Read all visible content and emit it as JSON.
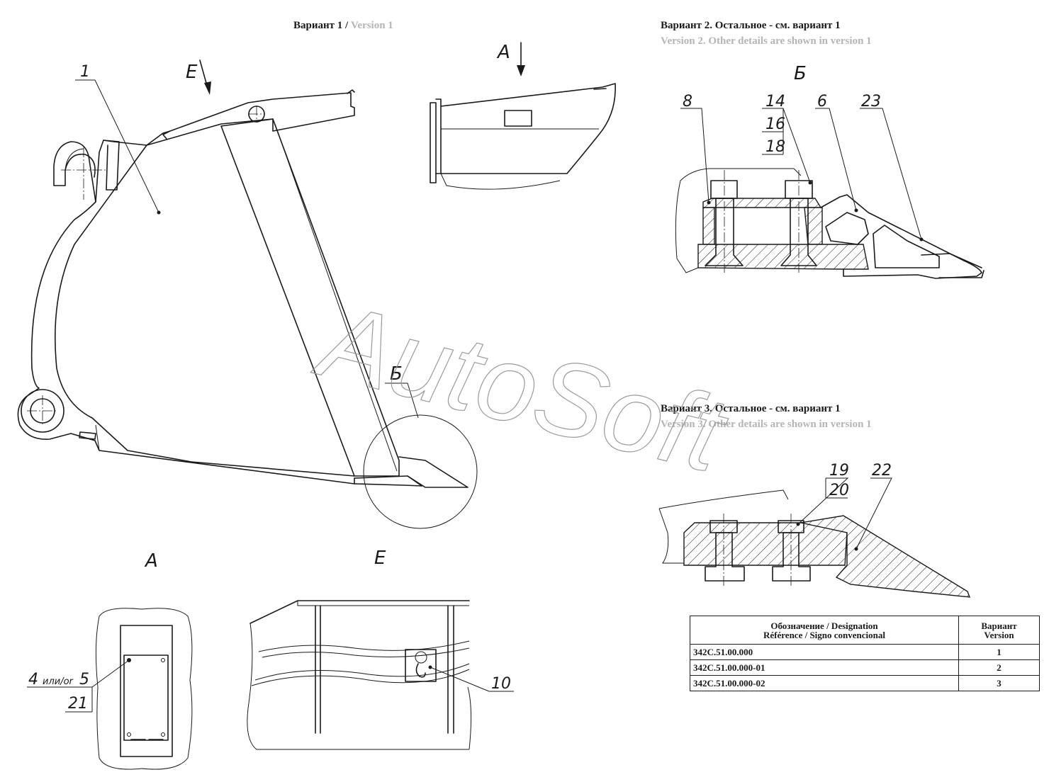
{
  "titles": {
    "variant1_ru": "Вариант 1",
    "variant1_sep": " / ",
    "variant1_en": "Version 1",
    "variant2_ru": "Вариант 2. Остальное - см. вариант 1",
    "variant2_en": "Version 2. Other details are shown in version 1",
    "variant3_ru": "Вариант 3. Остальное - см. вариант 1",
    "variant3_en": "Version 3. Other details are shown in version 1"
  },
  "views": {
    "A_top": "А",
    "E_top": "Е",
    "B_detail": "Б",
    "B_section": "Б",
    "A_bottom": "А",
    "E_bottom": "Е"
  },
  "callouts": {
    "c1": "1",
    "c8": "8",
    "c14": "14",
    "c16": "16",
    "c18": "18",
    "c6": "6",
    "c23": "23",
    "c19": "19",
    "c20": "20",
    "c22": "22",
    "c4": "4",
    "c4_or": "или/or",
    "c5": "5",
    "c21": "21",
    "c10": "10"
  },
  "watermark": "AutoSoft",
  "table": {
    "header_designation_line1": "Обозначение / Designation",
    "header_designation_line2": "Référence / Signo convencional",
    "header_version_line1": "Вариант",
    "header_version_line2": "Version",
    "rows": [
      {
        "designation": "342С.51.00.000",
        "version": "1"
      },
      {
        "designation": "342С.51.00.000-01",
        "version": "2"
      },
      {
        "designation": "342С.51.00.000-02",
        "version": "3"
      }
    ]
  }
}
